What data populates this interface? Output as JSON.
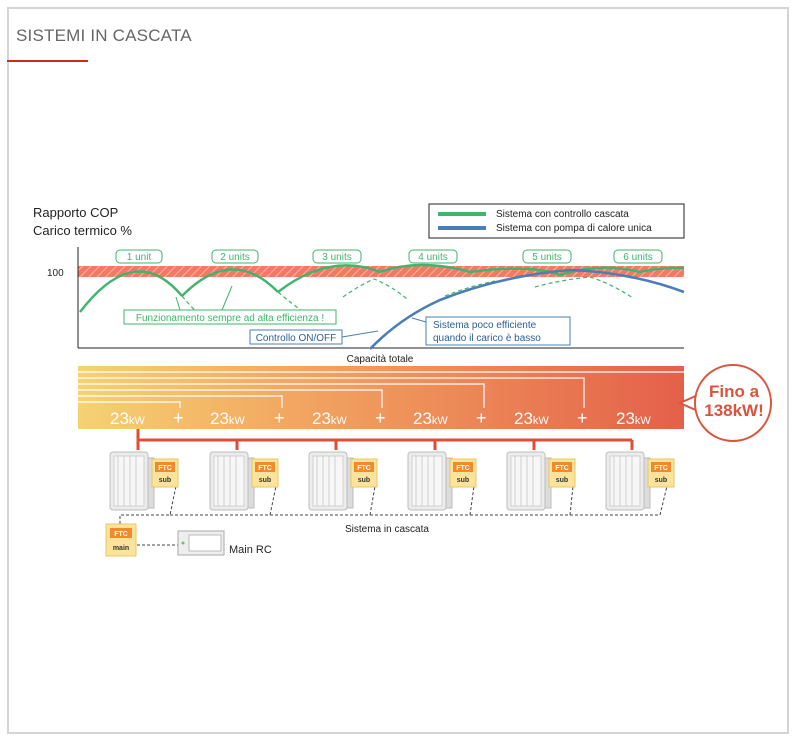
{
  "page": {
    "title": "SISTEMI IN CASCATA"
  },
  "chart": {
    "ylabel_line1": "Rapporto COP",
    "ylabel_line2": "Carico termico %",
    "y_tick": "100",
    "xlabel": "Capacità totale",
    "legend": [
      {
        "label": "Sistema con controllo cascata",
        "color": "#3fb56b"
      },
      {
        "label": "Sistema con pompa di calore unica",
        "color": "#4a7fb5"
      }
    ],
    "unit_labels": [
      "1 unit",
      "2 units",
      "3 units",
      "4 units",
      "5 units",
      "6 units"
    ],
    "callout_efficiency": "Funzionamento sempre ad alta efficienza !",
    "callout_onoff": "Controllo ON/OFF",
    "callout_inefficient_line1": "Sistema poco efficiente",
    "callout_inefficient_line2": "quando il carico è basso",
    "colors": {
      "cascade": "#3fb56b",
      "single": "#4a7fb5",
      "band": "#ee6a55"
    }
  },
  "capacity": {
    "segment_value": "23",
    "segment_unit": "kW",
    "plus": "+",
    "badge_line1": "Fino a",
    "badge_line2": "138kW!",
    "colors": {
      "start": "#f4cf6a",
      "end": "#e5604a",
      "badge": "#d9553d"
    }
  },
  "units": {
    "ftc_label": "FTC",
    "sub_label": "sub",
    "main_label": "main",
    "system_label": "Sistema in cascata",
    "rc_label": "Main RC"
  }
}
